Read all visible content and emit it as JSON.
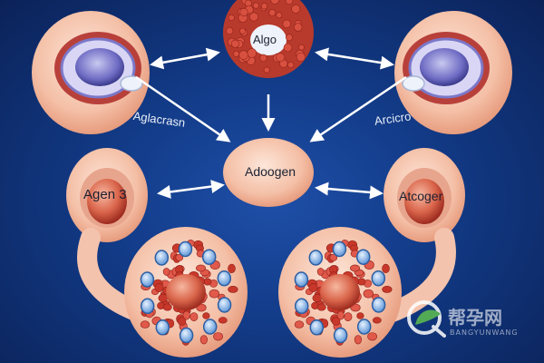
{
  "labels": {
    "top_center": "Algo",
    "center": "Adoogen",
    "left_mid": "Agen 3",
    "right_mid": "Atcoger",
    "top_left_caption": "Aglacrasn",
    "top_right_caption": "Arcicro"
  },
  "watermark": {
    "logo_text": "帮孕网",
    "sub_text": "BANGYUNWANG",
    "icon": "leaf-q-logo-icon"
  },
  "colors": {
    "background": "#123a86",
    "arrow": "#ffffff",
    "cell_pink": "#f6c9b4",
    "cell_red": "#c8382a",
    "cell_blue": "#7fb4e6"
  }
}
